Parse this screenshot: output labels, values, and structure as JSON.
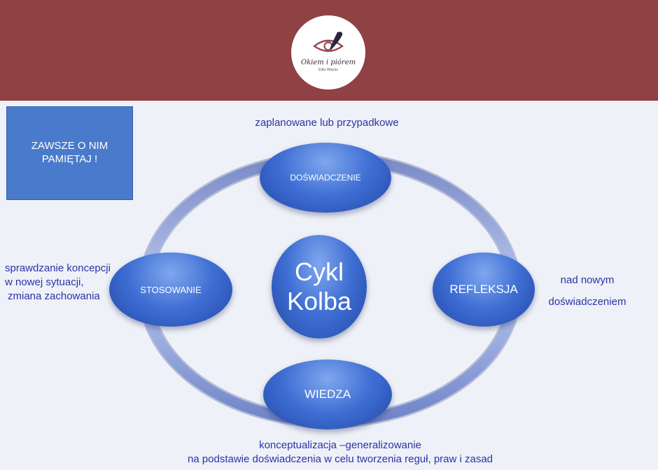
{
  "logo": {
    "title": "Okiem i piórem",
    "subtitle": "Edta Wejsac",
    "icons": [
      "eye-icon",
      "quill-icon"
    ]
  },
  "note": {
    "text": "ZAWSZE O NIM PAMIĘTAJ !"
  },
  "cycle": {
    "center": "Cykl Kolba",
    "nodes": {
      "top": "DOŚWIADCZENIE",
      "right": "REFLEKSJA",
      "bottom": "WIEDZA",
      "left": "STOSOWANIE"
    },
    "labels": {
      "top": "zaplanowane lub przypadkowe",
      "right": [
        "nad nowym",
        "doświadczeniem"
      ],
      "bottom": [
        "konceptualizacja –generalizowanie",
        "na podstawie doświadczenia w celu tworzenia reguł, praw i zasad"
      ],
      "left": [
        "sprawdzanie koncepcji",
        "w nowej sytuacji,",
        "zmiana zachowania"
      ]
    }
  },
  "colors": {
    "banner": "#8f4143",
    "background": "#eef1f7",
    "note_box": "#4a7acb",
    "node": "#3f6fd4",
    "label_text": "#2c32a8"
  }
}
